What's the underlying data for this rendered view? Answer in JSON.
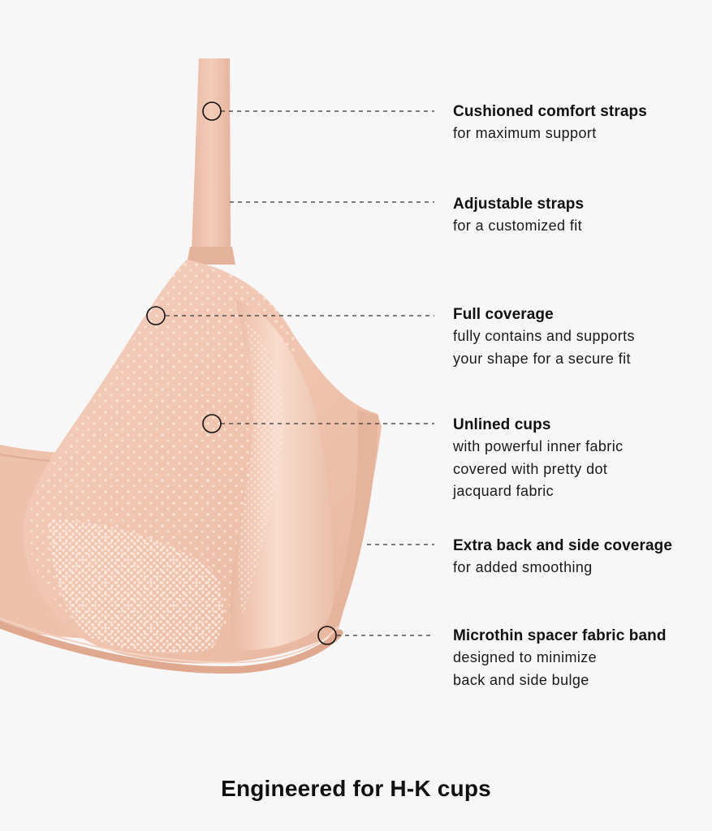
{
  "palette": {
    "background": "#f7f7f7",
    "fabric": "#efc7b3",
    "fabric_shadow": "#e2ad96",
    "fabric_highlight": "#f8dccd",
    "dot": "#fbe3d6",
    "marker": "#111111",
    "leader": "#333333"
  },
  "features": [
    {
      "title": "Cushioned comfort straps",
      "lines": [
        "for maximum support"
      ]
    },
    {
      "title": "Adjustable straps",
      "lines": [
        "for a customized fit"
      ]
    },
    {
      "title": "Full coverage",
      "lines": [
        "fully contains and supports",
        "your shape for a secure fit"
      ]
    },
    {
      "title": "Unlined cups",
      "lines": [
        "with powerful inner fabric",
        "covered with pretty dot",
        "jacquard fabric"
      ]
    },
    {
      "title": "Extra back and side coverage",
      "lines": [
        "for added smoothing"
      ]
    },
    {
      "title": "Microthin spacer fabric band",
      "lines": [
        "designed to minimize",
        "back and side bulge"
      ]
    }
  ],
  "footer": {
    "title": "Engineered for H-K cups"
  }
}
